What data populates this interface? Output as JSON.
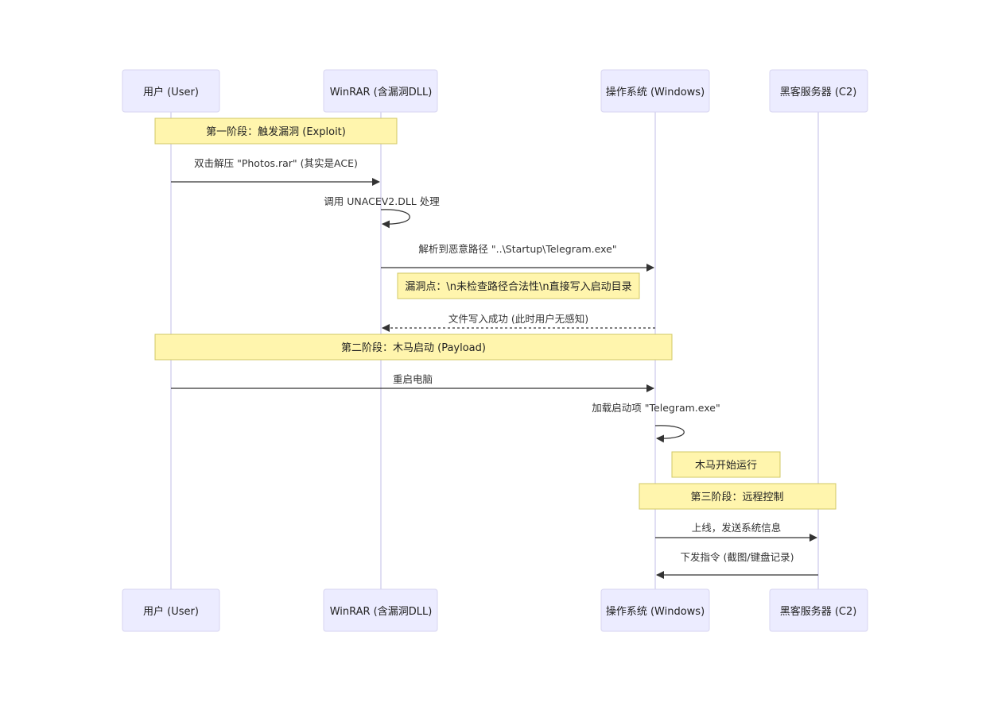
{
  "participants": [
    {
      "id": "user",
      "label": "用户 (User)"
    },
    {
      "id": "winrar",
      "label": "WinRAR (含漏洞DLL)"
    },
    {
      "id": "os",
      "label": "操作系统 (Windows)"
    },
    {
      "id": "c2",
      "label": "黑客服务器 (C2)"
    }
  ],
  "notes": [
    {
      "id": "phase1",
      "text": "第一阶段：触发漏洞 (Exploit)"
    },
    {
      "id": "vuln",
      "text": "漏洞点：\\n未检查路径合法性\\n直接写入启动目录"
    },
    {
      "id": "phase2",
      "text": "第二阶段：木马启动 (Payload)"
    },
    {
      "id": "trojan",
      "text": "木马开始运行"
    },
    {
      "id": "phase3",
      "text": "第三阶段：远程控制"
    }
  ],
  "messages": [
    {
      "id": "m1",
      "from": "user",
      "to": "winrar",
      "style": "solid",
      "text": "双击解压 \"Photos.rar\" (其实是ACE)"
    },
    {
      "id": "m2",
      "from": "winrar",
      "to": "winrar",
      "style": "solid",
      "text": "调用 UNACEV2.DLL 处理"
    },
    {
      "id": "m3",
      "from": "winrar",
      "to": "os",
      "style": "solid",
      "text": "解析到恶意路径 \"..\\Startup\\Telegram.exe\""
    },
    {
      "id": "m4",
      "from": "os",
      "to": "winrar",
      "style": "dashed",
      "text": "文件写入成功 (此时用户无感知)"
    },
    {
      "id": "m5",
      "from": "user",
      "to": "os",
      "style": "solid",
      "text": "重启电脑"
    },
    {
      "id": "m6",
      "from": "os",
      "to": "os",
      "style": "solid",
      "text": "加载启动项 \"Telegram.exe\""
    },
    {
      "id": "m7",
      "from": "os",
      "to": "c2",
      "style": "solid",
      "text": "上线，发送系统信息"
    },
    {
      "id": "m8",
      "from": "c2",
      "to": "os",
      "style": "solid",
      "text": "下发指令 (截图/键盘记录)"
    }
  ],
  "colors": {
    "actor_fill": "#ececff",
    "actor_border": "#d7d5f0",
    "note_fill": "#fff5ad",
    "note_border": "#d2c865",
    "line": "#333333"
  }
}
